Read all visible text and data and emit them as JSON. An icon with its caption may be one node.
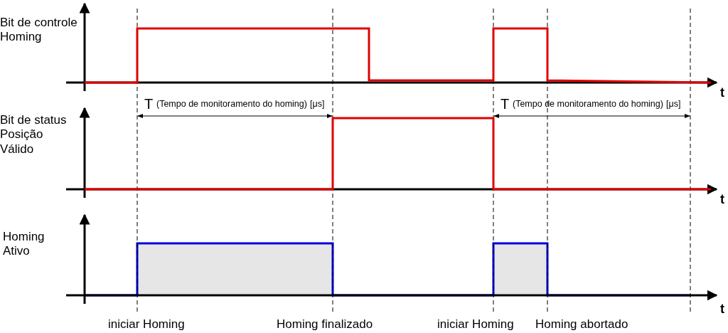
{
  "diagram": {
    "labels": [
      "Bit de controle Homing",
      "t",
      "T",
      "(Tempo de monitoramento do homing)",
      "[μs]",
      "T",
      "(Tempo de monitoramento do homing)",
      "[μs]",
      "Bit de status Posição Válido",
      "t",
      "Homing Ativo",
      "t",
      "iniciar Homing",
      "Homing finalizado",
      "iniciar Homing",
      "Homing abortado"
    ]
  }
}
